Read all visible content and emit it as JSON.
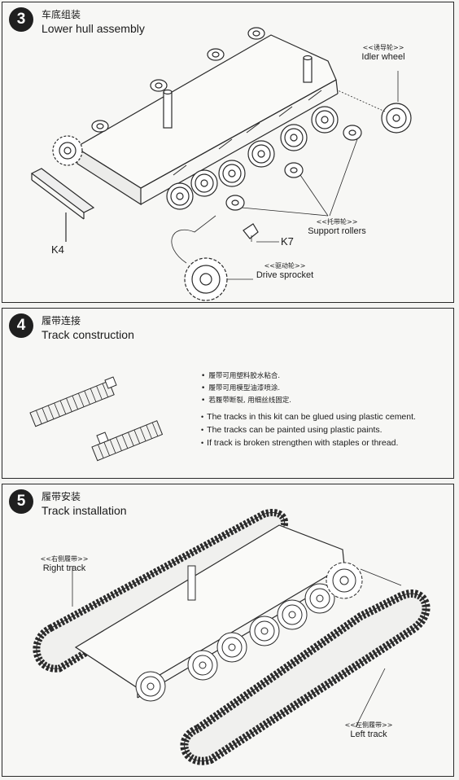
{
  "steps": [
    {
      "number": "3",
      "title_cn": "车底组装",
      "title_en": "Lower hull assembly",
      "callouts": {
        "idler": {
          "cn": "<<诱导轮>>",
          "en": "Idler wheel"
        },
        "support": {
          "cn": "<<托带轮>>",
          "en": "Support rollers"
        },
        "drive": {
          "cn": "<<驱动轮>>",
          "en": "Drive sprocket"
        }
      },
      "parts": {
        "k4": "K4",
        "k7": "K7"
      }
    },
    {
      "number": "4",
      "title_cn": "履带连接",
      "title_en": "Track construction",
      "notes_cn": [
        "履带可用塑料胶水粘合.",
        "履带可用模型油漆喷涂.",
        "若履带断裂, 用细丝线固定."
      ],
      "notes_en": [
        "The tracks in this kit can be glued using plastic cement.",
        "The tracks can be painted using plastic paints.",
        "If track is broken strengthen with staples or thread."
      ],
      "bullet": "•"
    },
    {
      "number": "5",
      "title_cn": "履带安装",
      "title_en": "Track installation",
      "callouts": {
        "right": {
          "cn": "<<右侧履带>>",
          "en": "Right track"
        },
        "left": {
          "cn": "<<左侧履带>>",
          "en": "Left track"
        }
      }
    }
  ],
  "colors": {
    "line": "#2a2a2a",
    "badge": "#1f1f1f",
    "paper": "#f7f7f5"
  }
}
